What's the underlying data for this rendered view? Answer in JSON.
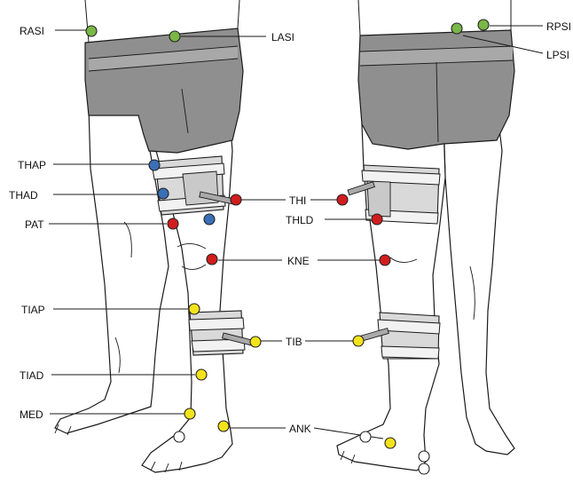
{
  "colors": {
    "green": "#7ab648",
    "blue": "#3a6fb6",
    "red": "#d11d1d",
    "yellow": "#f3e31b",
    "white": "#ffffff"
  },
  "labels": {
    "rasi": "RASI",
    "lasi": "LASI",
    "rpsi": "RPSI",
    "lpsi": "LPSI",
    "thap": "THAP",
    "thad": "THAD",
    "pat": "PAT",
    "thi": "THI",
    "thld": "THLD",
    "kne": "KNE",
    "tiap": "TIAP",
    "tib": "TIB",
    "tiad": "TIAD",
    "med": "MED",
    "ank": "ANK"
  },
  "markers": [
    {
      "id": "rasi",
      "color": "green"
    },
    {
      "id": "lasi",
      "color": "green"
    },
    {
      "id": "rpsi",
      "color": "green"
    },
    {
      "id": "lpsi",
      "color": "green"
    },
    {
      "id": "thap",
      "color": "blue"
    },
    {
      "id": "thad",
      "color": "blue"
    },
    {
      "id": "thld-front",
      "color": "blue"
    },
    {
      "id": "pat",
      "color": "red"
    },
    {
      "id": "thi-front",
      "color": "red"
    },
    {
      "id": "thi-back",
      "color": "red"
    },
    {
      "id": "thld-back",
      "color": "red"
    },
    {
      "id": "kne-front",
      "color": "red"
    },
    {
      "id": "kne-back",
      "color": "red"
    },
    {
      "id": "tiap",
      "color": "yellow"
    },
    {
      "id": "tib-front",
      "color": "yellow"
    },
    {
      "id": "tib-back",
      "color": "yellow"
    },
    {
      "id": "tiad",
      "color": "yellow"
    },
    {
      "id": "med",
      "color": "yellow"
    },
    {
      "id": "ank-front",
      "color": "yellow"
    },
    {
      "id": "ank-back",
      "color": "yellow"
    },
    {
      "id": "toe-front",
      "color": "white"
    },
    {
      "id": "heel-back-1",
      "color": "white"
    },
    {
      "id": "heel-back-2",
      "color": "white"
    },
    {
      "id": "heel-back-3",
      "color": "white"
    }
  ]
}
